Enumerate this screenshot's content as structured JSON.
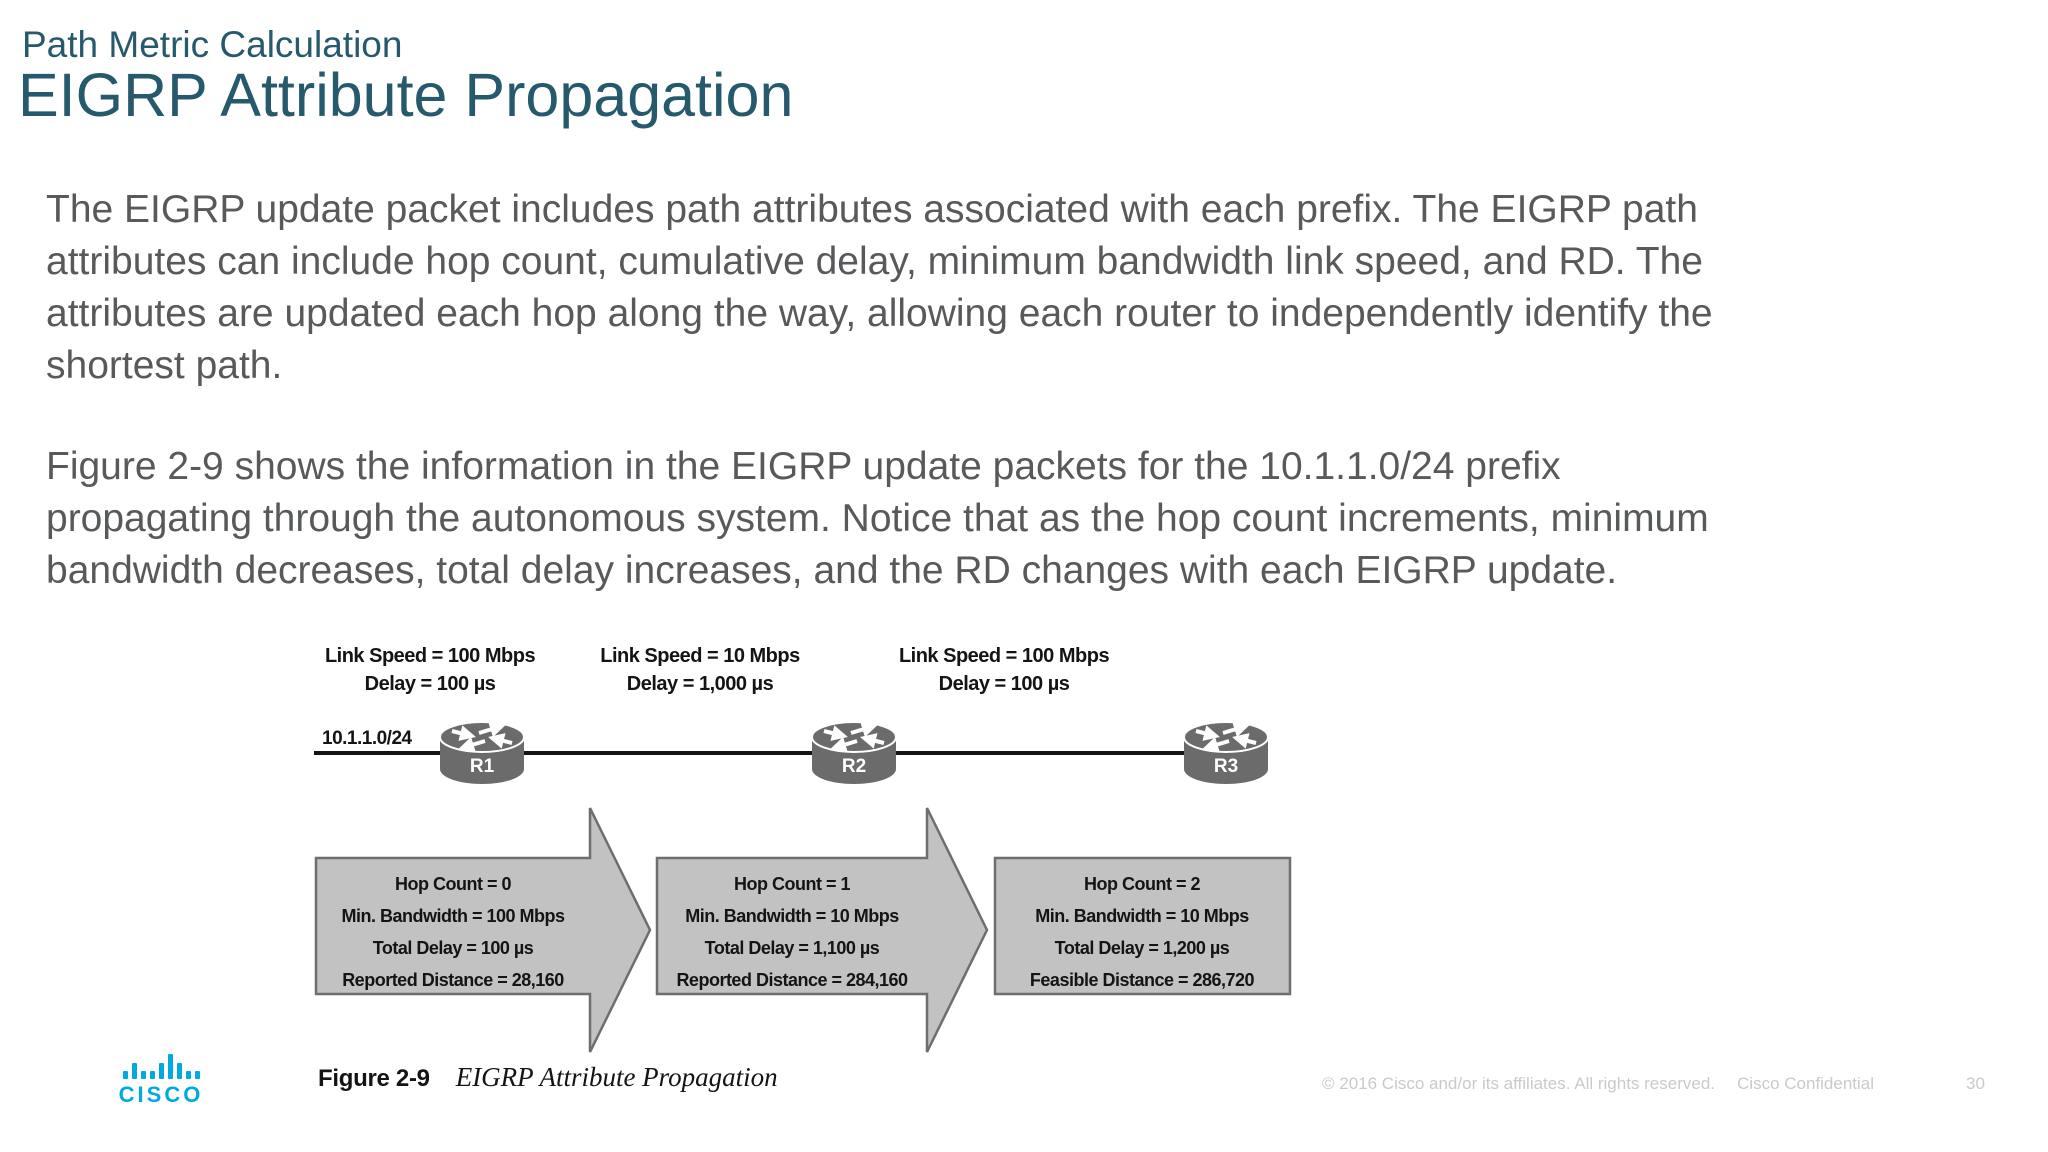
{
  "slide": {
    "kicker": "Path Metric Calculation",
    "title": "EIGRP Attribute Propagation",
    "p1_lines": [
      "The EIGRP update packet includes path attributes associated with each prefix. The EIGRP path",
      "attributes can include hop count, cumulative delay, minimum bandwidth link speed, and RD. The",
      "attributes are updated each hop along the way, allowing each router to independently identify the",
      "shortest path."
    ],
    "p2_lines": [
      "Figure 2-9 shows the information in the EIGRP update packets for the 10.1.1.0/24 prefix",
      "propagating through the autonomous system. Notice that as the hop count increments, minimum",
      "bandwidth decreases, total delay increases, and the RD changes with each EIGRP update."
    ]
  },
  "figure": {
    "prefix_label": "10.1.1.0/24",
    "links": [
      {
        "speed": "Link Speed = 100 Mbps",
        "delay": "Delay = 100 µs"
      },
      {
        "speed": "Link Speed = 10 Mbps",
        "delay": "Delay = 1,000 µs"
      },
      {
        "speed": "Link Speed = 100 Mbps",
        "delay": "Delay = 100 µs"
      }
    ],
    "routers": [
      "R1",
      "R2",
      "R3"
    ],
    "updates": [
      [
        "Hop Count = 0",
        "Min. Bandwidth = 100 Mbps",
        "Total Delay = 100 µs",
        "Reported Distance = 28,160"
      ],
      [
        "Hop Count = 1",
        "Min. Bandwidth = 10 Mbps",
        "Total Delay = 1,100 µs",
        "Reported Distance = 284,160"
      ],
      [
        "Hop Count = 2",
        "Min. Bandwidth = 10 Mbps",
        "Total Delay = 1,200 µs",
        "Feasible Distance = 286,720"
      ]
    ],
    "caption_label": "Figure 2-9",
    "caption_text": "EIGRP Attribute Propagation"
  },
  "footer": {
    "logo_text": "CISCO",
    "copyright": "© 2016  Cisco and/or its affiliates. All rights reserved.",
    "confidential": "Cisco Confidential",
    "page_number": "30"
  },
  "colors": {
    "heading": "#26596c",
    "body_text": "#58595b",
    "box_fill": "#c2c2c2",
    "box_border": "#6e6e6e",
    "router_gray": "#6b6b6b",
    "cisco_blue": "#00a9e0",
    "footer_text": "#c9cacb"
  }
}
